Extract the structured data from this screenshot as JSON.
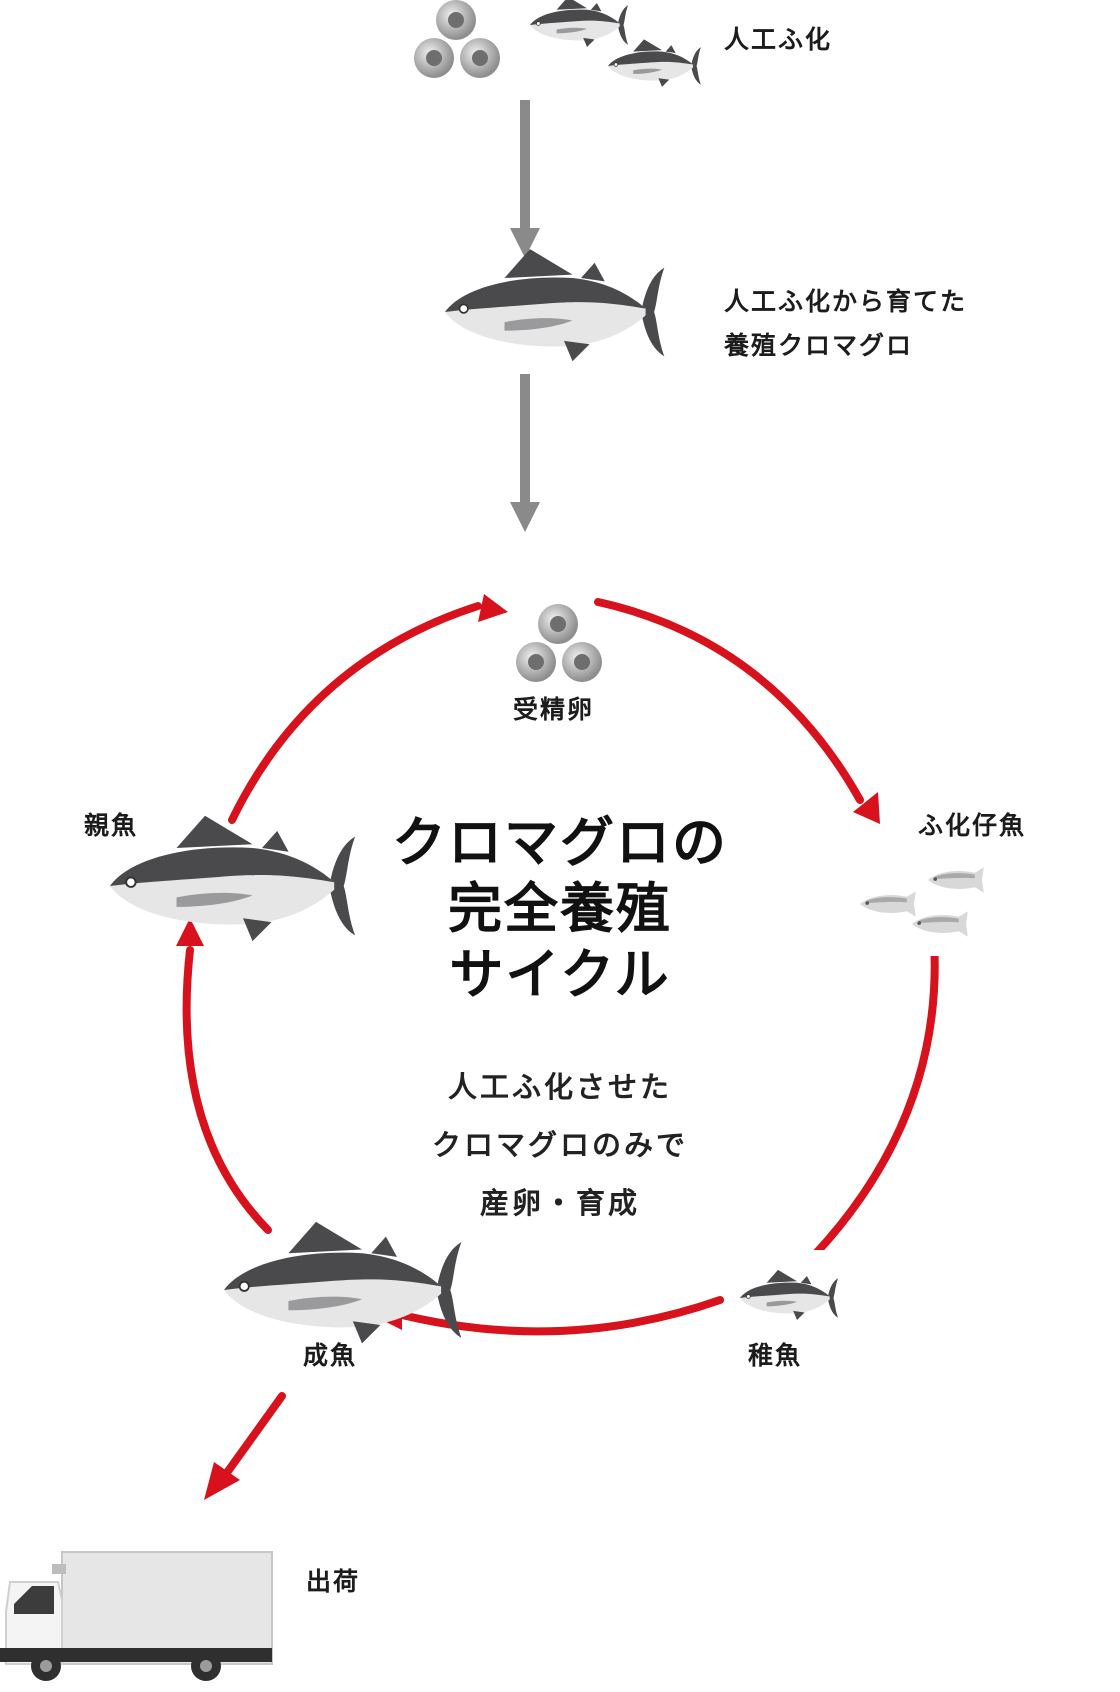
{
  "colors": {
    "cycle_arrow": "#d7121c",
    "flow_arrow": "#8a8a8a",
    "tuna_dark": "#4a4a4c",
    "tuna_light": "#e6e6e6"
  },
  "labels": {
    "hatching": "人工ふ化",
    "farmed_line1": "人工ふ化から育てた",
    "farmed_line2": "養殖クロマグロ",
    "fertilized_egg": "受精卵",
    "larva": "ふ化仔魚",
    "juvenile": "稚魚",
    "adult": "成魚",
    "broodstock": "親魚",
    "shipment": "出荷"
  },
  "center": {
    "title_line1": "クロマグロの",
    "title_line2": "完全養殖",
    "title_line3": "サイクル",
    "desc_line1": "人工ふ化させた",
    "desc_line2": "クロマグロのみで",
    "desc_line3": "産卵・育成"
  },
  "icons": [
    "egg-cluster-icon",
    "tuna-icon",
    "larva-fish-icon",
    "juvenile-fish-icon",
    "truck-icon"
  ]
}
